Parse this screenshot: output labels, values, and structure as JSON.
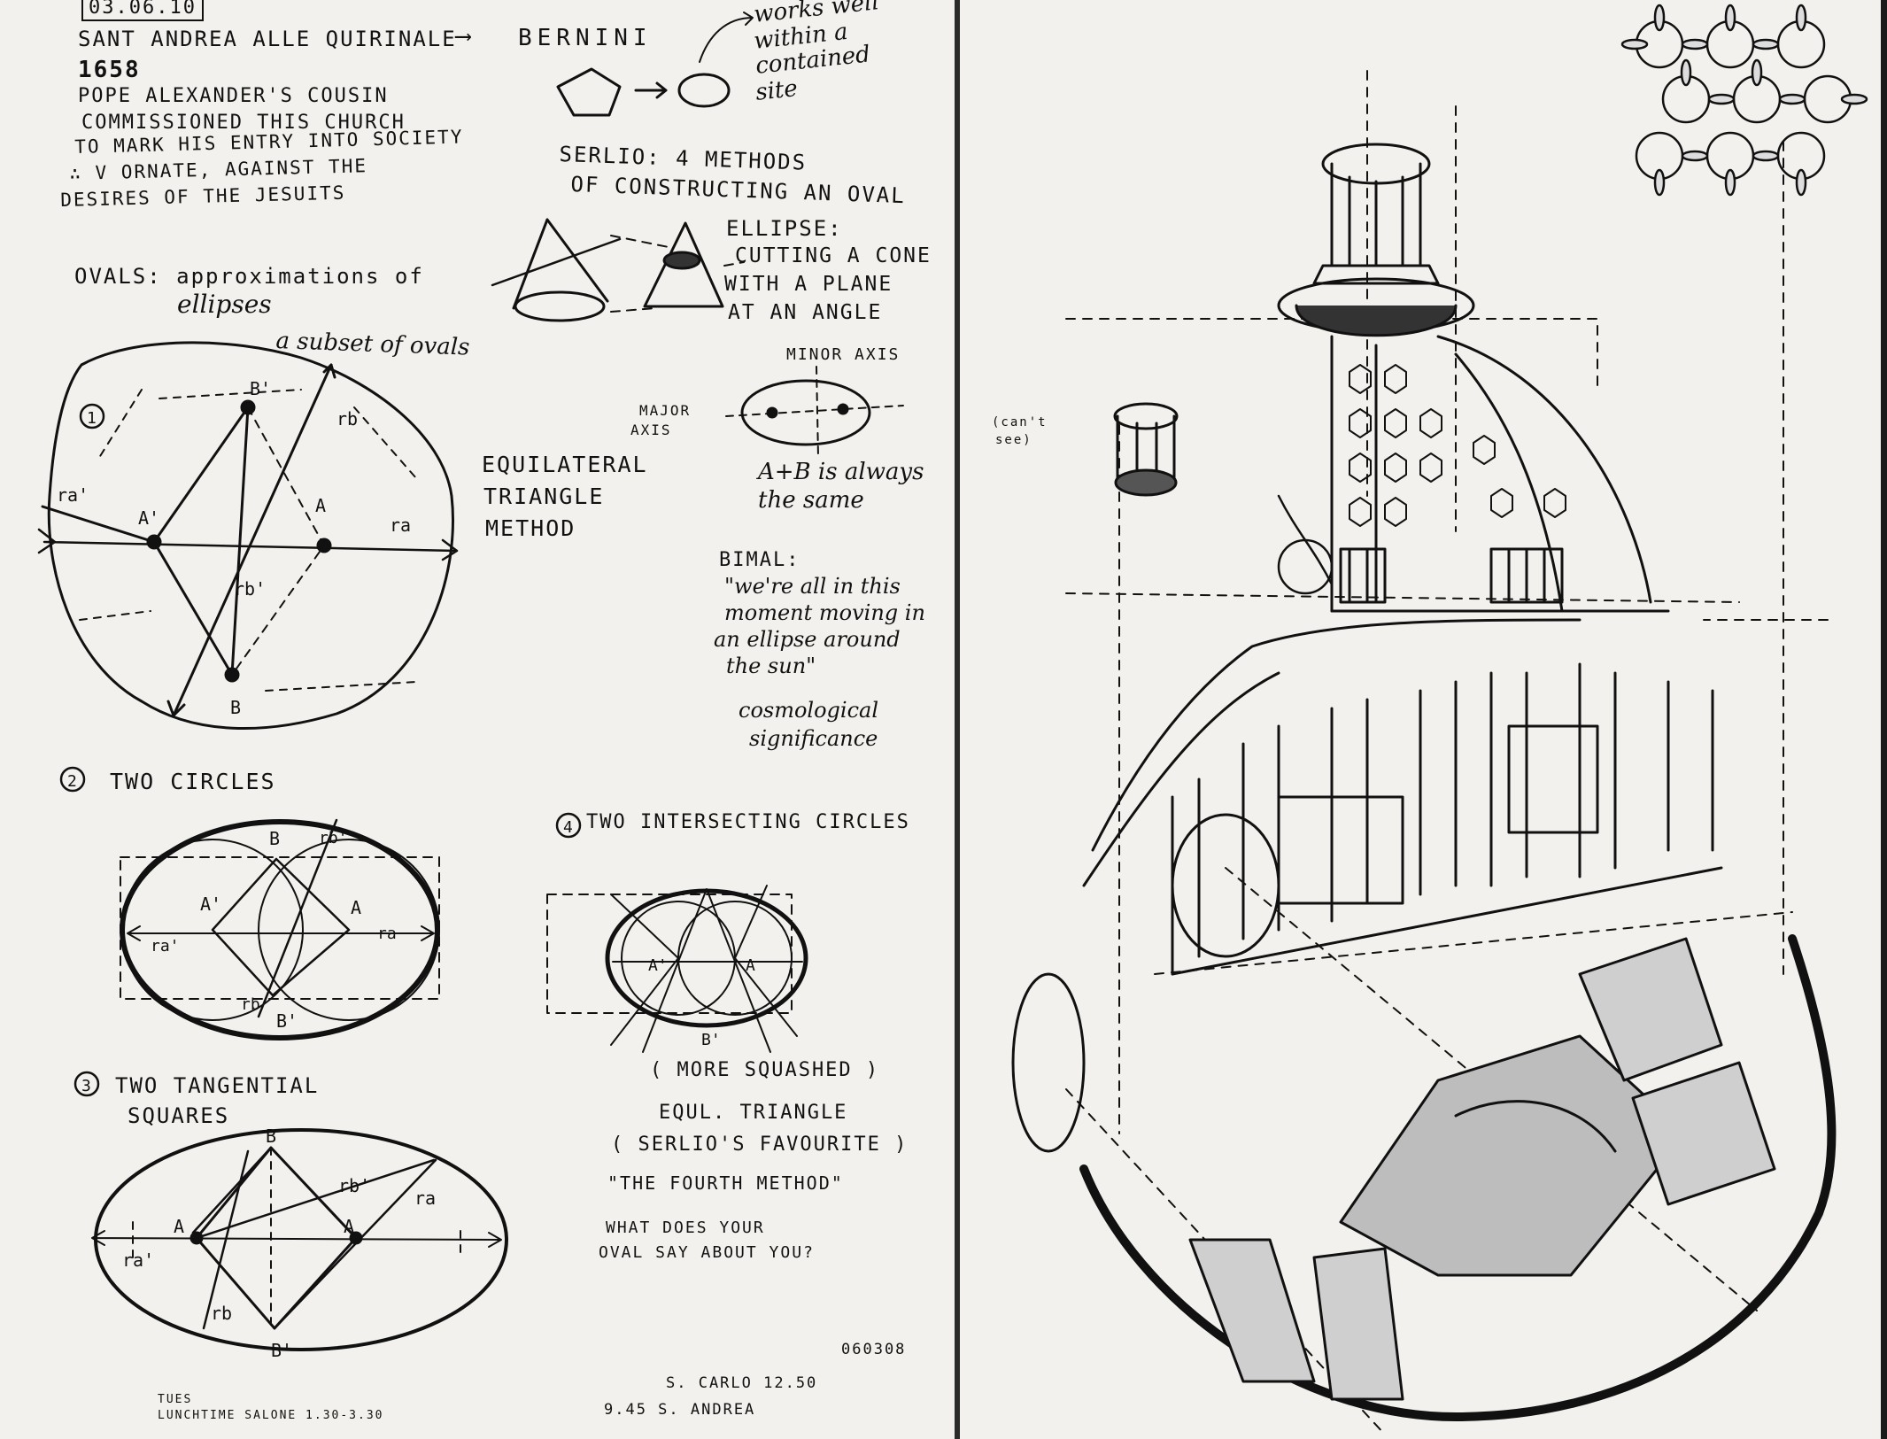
{
  "notes": {
    "date": "03.06.10",
    "title": "SANT ANDREA ALLE QUIRINALE",
    "architect": "BERNINI",
    "year": "1658",
    "commission": [
      "POPE ALEXANDER'S COUSIN",
      "COMMISSIONED THIS CHURCH",
      "TO MARK HIS ENTRY INTO SOCIETY",
      "∴ V ORNATE, AGAINST THE",
      "DESIRES OF THE JESUITS"
    ],
    "site_note": [
      "works well",
      "within a",
      "contained",
      "site"
    ],
    "ovals_def": [
      "OVALS: approximations of",
      "ellipses"
    ],
    "ovals_subset": "a subset of ovals",
    "serlio": [
      "SERLIO: 4 METHODS",
      "OF CONSTRUCTING AN OVAL"
    ],
    "ellipse_def": [
      "ELLIPSE:",
      "CUTTING A CONE",
      "WITH A PLANE",
      "AT AN ANGLE"
    ],
    "minor_axis": "MINOR AXIS",
    "major_axis": [
      "MAJOR",
      "AXIS"
    ],
    "ab_same": [
      "A+B is always",
      "the same"
    ],
    "method1": [
      "EQUILATERAL",
      "TRIANGLE",
      "METHOD"
    ],
    "bimal_name": "BIMAL:",
    "bimal_quote": [
      "\"we're all in this",
      "moment moving in",
      "an ellipse around",
      "the sun\""
    ],
    "cosmo": [
      "cosmological",
      "significance"
    ],
    "method2": "TWO CIRCLES",
    "method3": [
      "TWO TANGENTIAL",
      "SQUARES"
    ],
    "method4": "TWO INTERSECTING CIRCLES",
    "more_squashed": "( MORE SQUASHED )",
    "equl_triangle": "EQUL. TRIANGLE",
    "serlio_fav": "( SERLIO'S FAVOURITE )",
    "fourth_method": "\"THE FOURTH METHOD\"",
    "what_oval": [
      "WHAT DOES YOUR",
      "OVAL SAY ABOUT YOU?"
    ],
    "date_code": "060308",
    "schedule_1": "S. CARLO 12.50",
    "schedule_2": "9.45 S. ANDREA",
    "tues_1": "TUES",
    "tues_2": "LUNCHTIME SALONE 1.30-3.30",
    "cant_see": [
      "(can't",
      "see)"
    ]
  },
  "labels": {
    "one": "1",
    "two": "2",
    "three": "3",
    "four": "4",
    "A1": "A'",
    "A": "A",
    "B1": "B'",
    "B": "B",
    "ra1": "ra'",
    "ra": "ra",
    "rb": "rb",
    "rb1": "rb'"
  }
}
